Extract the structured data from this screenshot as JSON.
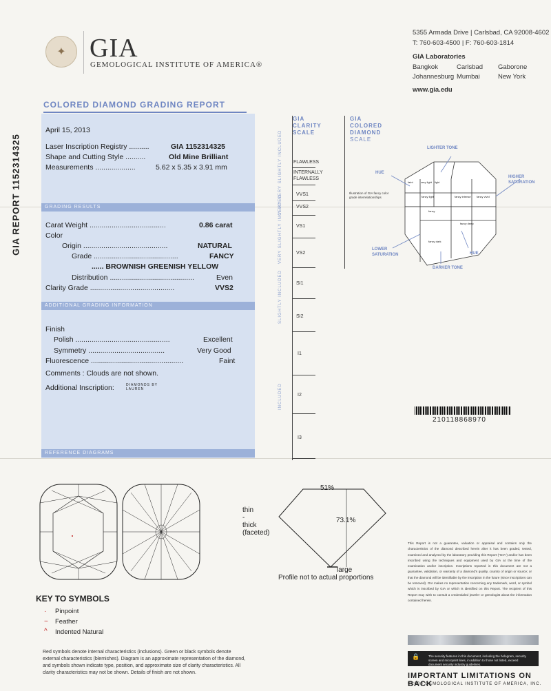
{
  "header": {
    "logo_text": "GIA",
    "institute": "GEMOLOGICAL INSTITUTE OF AMERICA®",
    "address_line1": "5355 Armada Drive | Carlsbad, CA 92008-4602",
    "address_line2": "T: 760-603-4500  |  F: 760-603-1814",
    "labs_title": "GIA Laboratories",
    "labs": [
      "Bangkok",
      "Carlsbad",
      "Gaborone",
      "Johannesburg",
      "Mumbai",
      "New York"
    ],
    "website": "www.gia.edu"
  },
  "report": {
    "title": "COLORED DIAMOND GRADING REPORT",
    "side_label": "GIA REPORT 1152314325",
    "date": "April 15, 2013",
    "laser_label": "Laser Inscription Registry ..........",
    "laser_value": "GIA 1152314325",
    "shape_label": "Shape and Cutting Style ..........",
    "shape_value": "Old Mine Brilliant",
    "meas_label": "Measurements ....................",
    "meas_value": "5.62 x 5.35 x 3.91 mm"
  },
  "grading_results": {
    "bar": "GRADING RESULTS",
    "carat_label": "Carat Weight ......................................",
    "carat_value": "0.86 carat",
    "color_label": "Color",
    "origin_label": "Origin ..........................................",
    "origin_value": "NATURAL",
    "grade_label": "Grade ..........................................",
    "grade_value": "FANCY",
    "hue_value": "...... BROWNISH GREENISH YELLOW",
    "distribution_label": "Distribution ..........................................",
    "distribution_value": "Even",
    "clarity_label": "Clarity Grade ..........................................",
    "clarity_value": "VVS2"
  },
  "additional": {
    "bar": "ADDITIONAL GRADING INFORMATION",
    "finish_label": "Finish",
    "polish_label": "Polish ...............................................",
    "polish_value": "Excellent",
    "symmetry_label": "Symmetry ......................................",
    "symmetry_value": "Very Good",
    "fluor_label": "Fluorescence ..............................................",
    "fluor_value": "Faint",
    "comments": "Comments : Clouds are not shown.",
    "inscription_label": "Additional Inscription:",
    "inscription_value": "DIAMONDS BY LAUREN"
  },
  "reference": {
    "bar": "REFERENCE DIAGRAMS"
  },
  "clarity_scale": {
    "heading": [
      "GIA",
      "CLARITY",
      "SCALE"
    ],
    "grades": [
      "FLAWLESS",
      "INTERNALLY",
      "FLAWLESS",
      "VVS1",
      "VVS2",
      "VS1",
      "VS2",
      "SI1",
      "SI2",
      "I1",
      "I2",
      "I3"
    ],
    "groups": [
      "VERY VERY SLIGHTLY INCLUDED",
      "VERY SLIGHTLY INCLUDED",
      "SLIGHTLY INCLUDED",
      "INCLUDED"
    ]
  },
  "color_scale": {
    "heading": [
      "GIA",
      "COLORED",
      "DIAMOND",
      "SCALE"
    ],
    "illustration_note": "Illustration of GIA fancy color grade interrelationships",
    "labels": {
      "lighter": "LIGHTER TONE",
      "hue_top": "HUE",
      "higher": "HIGHER SATURATION",
      "lower": "LOWER SATURATION",
      "hue_bottom": "HUE",
      "darker": "DARKER TONE"
    },
    "cells": [
      "faint",
      "very light",
      "light",
      "fancy light",
      "fancy",
      "fancy intense",
      "fancy vivid",
      "fancy deep",
      "fancy dark"
    ]
  },
  "profile": {
    "table": "51%",
    "depth": "73.1%",
    "thin": "thin",
    "dash": "-",
    "thick": "thick",
    "faceted": "(faceted)",
    "culet": "large",
    "note": "Profile not to actual proportions"
  },
  "barcode_number": "210118868970",
  "key": {
    "title": "KEY TO SYMBOLS",
    "items": [
      "Pinpoint",
      "Feather",
      "Indented Natural"
    ]
  },
  "footnote": "Red symbols denote internal characteristics (inclusions). Green or black symbols denote external characteristics (blemishes). Diagram is an approximate representation of the diamond, and symbols shown indicate type, position, and approximate size of clarity characteristics. All clarity characteristics may not be shown. Details of finish are not shown.",
  "disclaimer": "This Report is not a guarantee, valuation or appraisal and contains only the characteristics of the diamond described herein after it has been graded, tested, examined and analyzed by the laboratory providing this Report (\"GIA\") and/or has been inscribed using the techniques and equipment used by GIA at the time of the examination and/or inscription. Inscriptions reported in this document are not a guarantee, validation, or warranty of a diamond's quality, country of origin or source; or that the diamond will be identifiable by the inscription in the future (since inscriptions can be removed). GIA makes no representation concerning any trademark, word, or symbol which is inscribed by GIA or which is identified on this Report. The recipient of this Report may wish to consult a credentialed jeweler or gemologist about the information contained herein.",
  "security_text": "The security features in this document, including the hologram, security screen and microprint lines, in addition to those not listed, exceed document security industry guidelines.",
  "important": "IMPORTANT LIMITATIONS ON BACK",
  "copyright": "©2008 GEMOLOGICAL INSTITUTE OF AMERICA, INC."
}
